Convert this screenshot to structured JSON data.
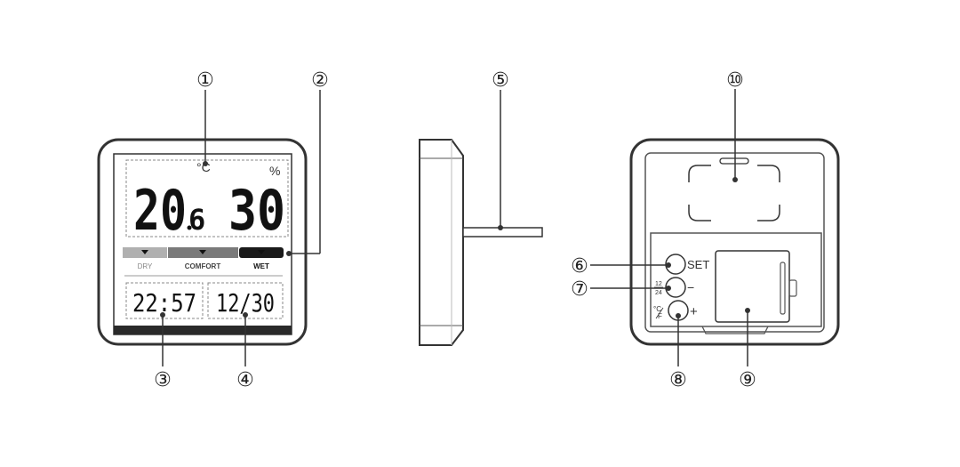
{
  "callouts": {
    "c1": "①",
    "c2": "②",
    "c3": "③",
    "c4": "④",
    "c5": "⑤",
    "c6": "⑥",
    "c7": "⑦",
    "c8": "⑧",
    "c9": "⑨",
    "c10": "⑩"
  },
  "display": {
    "temp_unit": "°C",
    "humidity_unit": "%",
    "temp_main": "20",
    "temp_decimal": "6",
    "humidity": "30",
    "comfort_dry": "DRY",
    "comfort_comfort": "COMFORT",
    "comfort_wet": "WET",
    "time": "22:57",
    "date": "12/30"
  },
  "buttons": {
    "set": "SET",
    "mode_top": "12",
    "mode_bottom": "24",
    "minus": "−",
    "unit_c": "°C",
    "unit_f": "F",
    "plus": "+"
  },
  "colors": {
    "frame": "#333333",
    "dry_bar": "#b0b0b0",
    "comfort_bar": "#7a7a7a",
    "wet_bar": "#1a1a1a",
    "bottom_strip": "#2a2a2a"
  }
}
